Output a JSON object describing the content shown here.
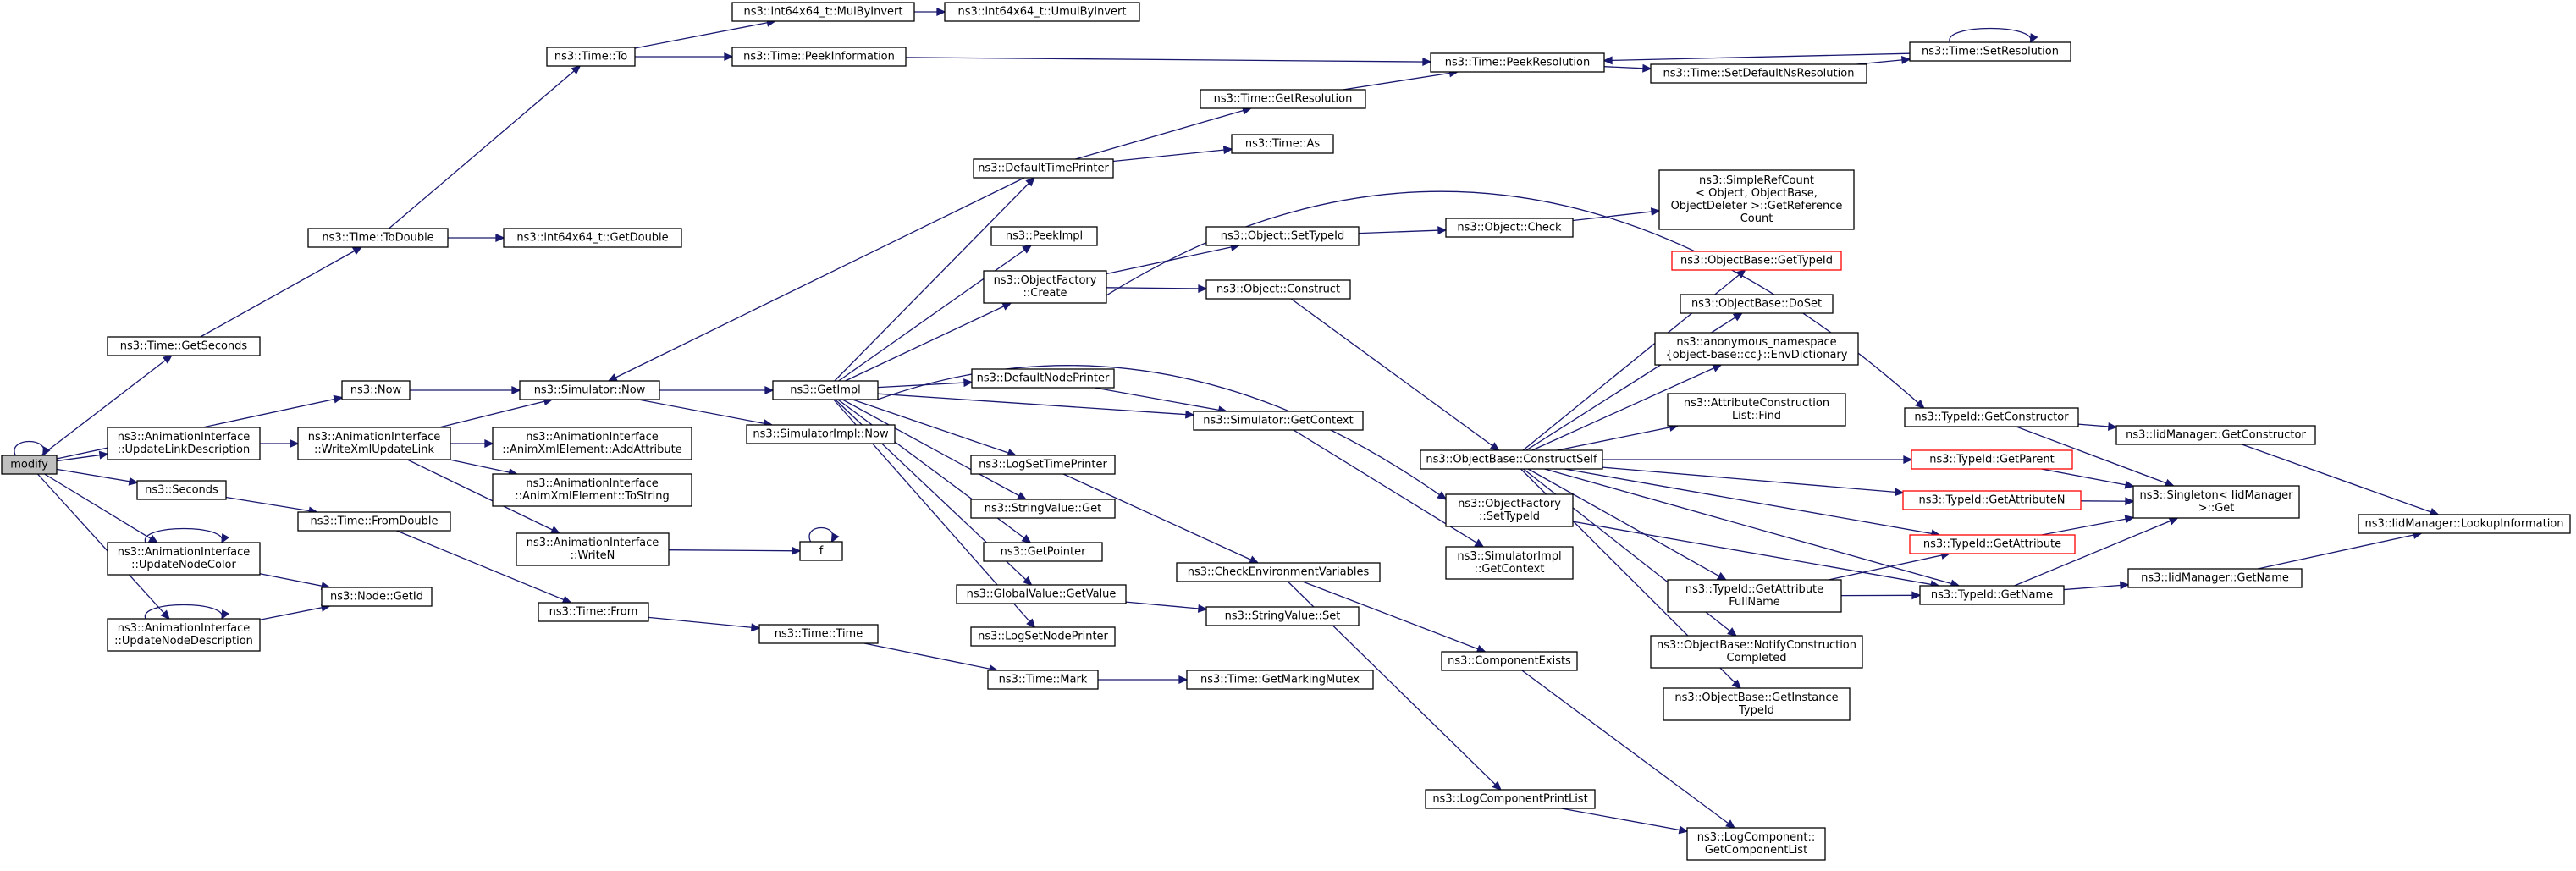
{
  "diagram": {
    "nodes": [
      {
        "id": "modify",
        "lines": [
          "modify"
        ],
        "style": "root"
      },
      {
        "id": "getSeconds",
        "lines": [
          "ns3::Time::GetSeconds"
        ]
      },
      {
        "id": "now",
        "lines": [
          "ns3::Now"
        ]
      },
      {
        "id": "updateLinkDesc",
        "lines": [
          "ns3::AnimationInterface",
          "::UpdateLinkDescription"
        ]
      },
      {
        "id": "seconds",
        "lines": [
          "ns3::Seconds"
        ]
      },
      {
        "id": "updateNodeColor",
        "lines": [
          "ns3::AnimationInterface",
          "::UpdateNodeColor"
        ]
      },
      {
        "id": "updateNodeDesc",
        "lines": [
          "ns3::AnimationInterface",
          "::UpdateNodeDescription"
        ]
      },
      {
        "id": "toDouble",
        "lines": [
          "ns3::Time::ToDouble"
        ]
      },
      {
        "id": "timeTo",
        "lines": [
          "ns3::Time::To"
        ]
      },
      {
        "id": "simNow",
        "lines": [
          "ns3::Simulator::Now"
        ]
      },
      {
        "id": "writeXml",
        "lines": [
          "ns3::AnimationInterface",
          "::WriteXmlUpdateLink"
        ]
      },
      {
        "id": "fromDouble",
        "lines": [
          "ns3::Time::FromDouble"
        ]
      },
      {
        "id": "nodeGetId",
        "lines": [
          "ns3::Node::GetId"
        ]
      },
      {
        "id": "timeFrom",
        "lines": [
          "ns3::Time::From"
        ]
      },
      {
        "id": "mulByInvert",
        "lines": [
          "ns3::int64x64_t::MulByInvert"
        ]
      },
      {
        "id": "umulByInvert",
        "lines": [
          "ns3::int64x64_t::UmulByInvert"
        ]
      },
      {
        "id": "peekInfo",
        "lines": [
          "ns3::Time::PeekInformation"
        ]
      },
      {
        "id": "getDouble",
        "lines": [
          "ns3::int64x64_t::GetDouble"
        ]
      },
      {
        "id": "addAttr",
        "lines": [
          "ns3::AnimationInterface",
          "::AnimXmlElement::AddAttribute"
        ]
      },
      {
        "id": "toString",
        "lines": [
          "ns3::AnimationInterface",
          "::AnimXmlElement::ToString"
        ]
      },
      {
        "id": "writeN",
        "lines": [
          "ns3::AnimationInterface",
          "::WriteN"
        ]
      },
      {
        "id": "simImplNow",
        "lines": [
          "ns3::SimulatorImpl::Now"
        ]
      },
      {
        "id": "getImpl",
        "lines": [
          "ns3::GetImpl"
        ]
      },
      {
        "id": "timeTime",
        "lines": [
          "ns3::Time::Time"
        ]
      },
      {
        "id": "f",
        "lines": [
          "f"
        ]
      },
      {
        "id": "defaultTimePrinter",
        "lines": [
          "ns3::DefaultTimePrinter"
        ]
      },
      {
        "id": "peekImpl",
        "lines": [
          "ns3::PeekImpl"
        ]
      },
      {
        "id": "objFactoryCreate",
        "lines": [
          "ns3::ObjectFactory",
          "::Create"
        ]
      },
      {
        "id": "defaultNodePrinter",
        "lines": [
          "ns3::DefaultNodePrinter"
        ]
      },
      {
        "id": "logSetTimePrinter",
        "lines": [
          "ns3::LogSetTimePrinter"
        ]
      },
      {
        "id": "stringValueGet",
        "lines": [
          "ns3::StringValue::Get"
        ]
      },
      {
        "id": "getPointer",
        "lines": [
          "ns3::GetPointer"
        ]
      },
      {
        "id": "globalGetValue",
        "lines": [
          "ns3::GlobalValue::GetValue"
        ]
      },
      {
        "id": "logSetNodePrinter",
        "lines": [
          "ns3::LogSetNodePrinter"
        ]
      },
      {
        "id": "timeMark",
        "lines": [
          "ns3::Time::Mark"
        ]
      },
      {
        "id": "getResolution",
        "lines": [
          "ns3::Time::GetResolution"
        ]
      },
      {
        "id": "timeAs",
        "lines": [
          "ns3::Time::As"
        ]
      },
      {
        "id": "setTypeId",
        "lines": [
          "ns3::Object::SetTypeId"
        ]
      },
      {
        "id": "objConstruct",
        "lines": [
          "ns3::Object::Construct"
        ]
      },
      {
        "id": "simGetContext",
        "lines": [
          "ns3::Simulator::GetContext"
        ]
      },
      {
        "id": "checkEnvVars",
        "lines": [
          "ns3::CheckEnvironmentVariables"
        ]
      },
      {
        "id": "stringValueSet",
        "lines": [
          "ns3::StringValue::Set"
        ]
      },
      {
        "id": "getMarkingMutex",
        "lines": [
          "ns3::Time::GetMarkingMutex"
        ]
      },
      {
        "id": "peekResolution",
        "lines": [
          "ns3::Time::PeekResolution"
        ]
      },
      {
        "id": "objCheck",
        "lines": [
          "ns3::Object::Check"
        ]
      },
      {
        "id": "constructSelf",
        "lines": [
          "ns3::ObjectBase::ConstructSelf"
        ]
      },
      {
        "id": "objFactorySetTypeId",
        "lines": [
          "ns3::ObjectFactory",
          "::SetTypeId"
        ]
      },
      {
        "id": "simImplGetContext",
        "lines": [
          "ns3::SimulatorImpl",
          "::GetContext"
        ]
      },
      {
        "id": "componentExists",
        "lines": [
          "ns3::ComponentExists"
        ]
      },
      {
        "id": "logComponentPrintList",
        "lines": [
          "ns3::LogComponentPrintList"
        ]
      },
      {
        "id": "setDefaultNsRes",
        "lines": [
          "ns3::Time::SetDefaultNsResolution"
        ]
      },
      {
        "id": "simpleRefCount",
        "lines": [
          "ns3::SimpleRefCount",
          "< Object, ObjectBase,",
          " ObjectDeleter >::GetReference",
          "Count"
        ]
      },
      {
        "id": "objBaseGetTypeId",
        "lines": [
          "ns3::ObjectBase::GetTypeId"
        ],
        "style": "red"
      },
      {
        "id": "objBaseDoSet",
        "lines": [
          "ns3::ObjectBase::DoSet"
        ]
      },
      {
        "id": "envDictionary",
        "lines": [
          "ns3::anonymous_namespace",
          "{object-base::cc}::EnvDictionary"
        ]
      },
      {
        "id": "attrConstructionFind",
        "lines": [
          "ns3::AttributeConstruction",
          "List::Find"
        ]
      },
      {
        "id": "typeIdGetAttrFullName",
        "lines": [
          "ns3::TypeId::GetAttribute",
          "FullName"
        ]
      },
      {
        "id": "notifyConstructionCompleted",
        "lines": [
          "ns3::ObjectBase::NotifyConstruction",
          "Completed"
        ]
      },
      {
        "id": "getInstanceTypeId",
        "lines": [
          "ns3::ObjectBase::GetInstance",
          "TypeId"
        ]
      },
      {
        "id": "logCompGetComponentList",
        "lines": [
          "ns3::LogComponent::",
          "GetComponentList"
        ]
      },
      {
        "id": "setResolution",
        "lines": [
          "ns3::Time::SetResolution"
        ]
      },
      {
        "id": "typeIdGetConstructor",
        "lines": [
          "ns3::TypeId::GetConstructor"
        ]
      },
      {
        "id": "typeIdGetParent",
        "lines": [
          "ns3::TypeId::GetParent"
        ],
        "style": "red"
      },
      {
        "id": "typeIdGetAttributeN",
        "lines": [
          "ns3::TypeId::GetAttributeN"
        ],
        "style": "red"
      },
      {
        "id": "typeIdGetAttribute",
        "lines": [
          "ns3::TypeId::GetAttribute"
        ],
        "style": "red"
      },
      {
        "id": "typeIdGetName",
        "lines": [
          "ns3::TypeId::GetName"
        ]
      },
      {
        "id": "iidMgrGetConstructor",
        "lines": [
          "ns3::IidManager::GetConstructor"
        ]
      },
      {
        "id": "singletonGet",
        "lines": [
          "ns3::Singleton< IidManager",
          " >::Get"
        ]
      },
      {
        "id": "iidMgrGetName",
        "lines": [
          "ns3::IidManager::GetName"
        ]
      },
      {
        "id": "iidMgrLookupInfo",
        "lines": [
          "ns3::IidManager::LookupInformation"
        ]
      }
    ]
  }
}
